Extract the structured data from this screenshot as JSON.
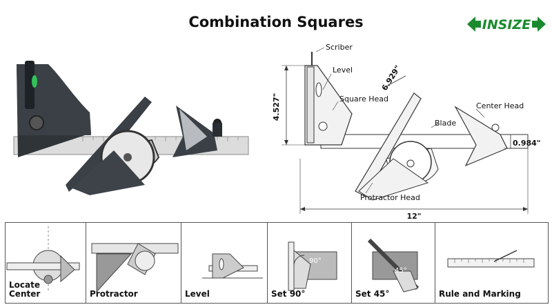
{
  "title": "Combination Squares",
  "brand": {
    "name": "INSIZE",
    "color": "#1a8a2e"
  },
  "diagram": {
    "labels": {
      "scriber": "Scriber",
      "level": "Level",
      "square_head": "Square Head",
      "blade": "Blade",
      "center_head": "Center Head",
      "protractor_head": "Protractor Head"
    },
    "dimensions": {
      "height": "4.527\"",
      "diagonal": "6.929\"",
      "offset": "0.984\"",
      "length": "12\""
    }
  },
  "uses": [
    {
      "label_line1": "Locate",
      "label_line2": "Center"
    },
    {
      "label_line1": "Protractor",
      "label_line2": ""
    },
    {
      "label_line1": "Level",
      "label_line2": ""
    },
    {
      "label_line1": "Set 90°",
      "label_line2": "",
      "angle": "90°"
    },
    {
      "label_line1": "Set 45°",
      "label_line2": "",
      "angle": "45°"
    },
    {
      "label_line1": "Rule and Marking",
      "label_line2": ""
    }
  ]
}
